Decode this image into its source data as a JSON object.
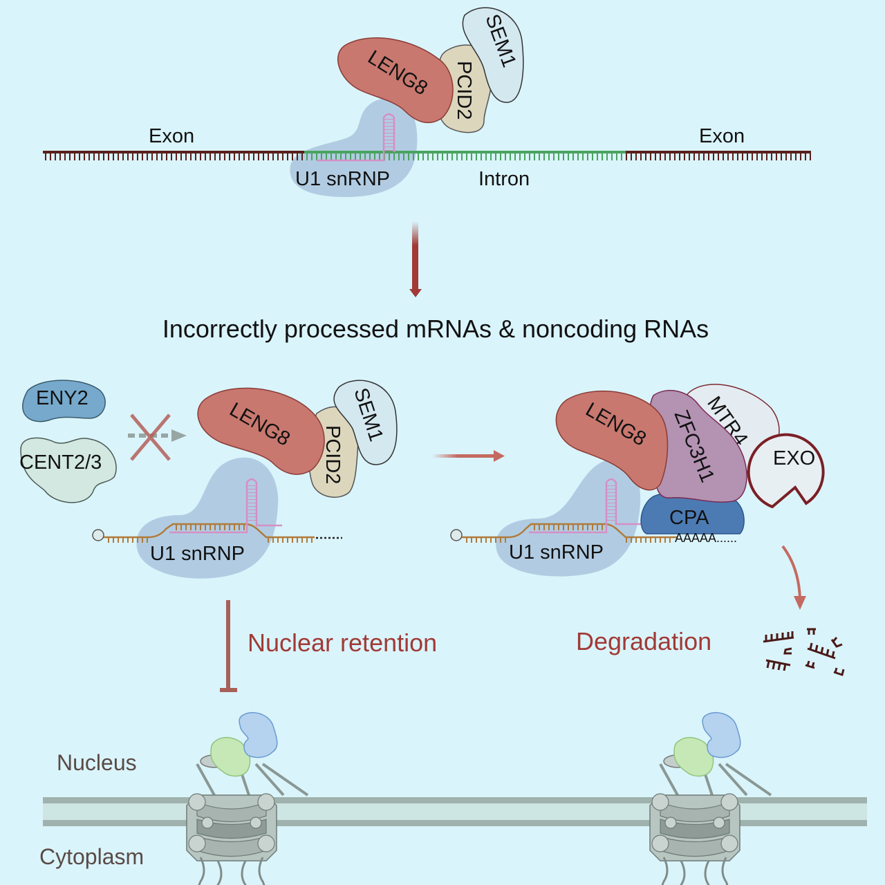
{
  "colors": {
    "background": "#daf4fb",
    "leng8": "#c8786f",
    "pcid2": "#dcd6bd",
    "sem1": "#d4e8f0",
    "u1snrnp": "#a9c4dd",
    "eny2": "#76a9cc",
    "cent": "#d2e8e0",
    "zfc3h1": "#b392b2",
    "mtr4": "#e4ecf2",
    "exo": "#e8eff3",
    "cpa": "#4c7bb4",
    "exon_rna": "#5a1f1c",
    "intron_rna": "#4aa360",
    "accent_red": "#a13a36",
    "membrane": "#9db0ab"
  },
  "top_panel": {
    "proteins": [
      "LENG8",
      "PCID2",
      "SEM1"
    ],
    "complex": "U1 snRNP",
    "exon_left": "Exon",
    "exon_right": "Exon",
    "intron": "Intron"
  },
  "headline": "Incorrectly processed mRNAs & noncoding RNAs",
  "left_panel": {
    "blocked_factors": [
      "ENY2",
      "CENT2/3"
    ],
    "proteins": [
      "LENG8",
      "PCID2",
      "SEM1"
    ],
    "complex": "U1 snRNP",
    "outcome": "Nuclear retention"
  },
  "right_panel": {
    "proteins": [
      "LENG8",
      "ZFC3H1",
      "MTR4",
      "EXO",
      "CPA"
    ],
    "complex": "U1 snRNP",
    "poly_a": "AAAAA......",
    "outcome": "Degradation"
  },
  "compartments": {
    "nucleus": "Nucleus",
    "cytoplasm": "Cytoplasm"
  }
}
